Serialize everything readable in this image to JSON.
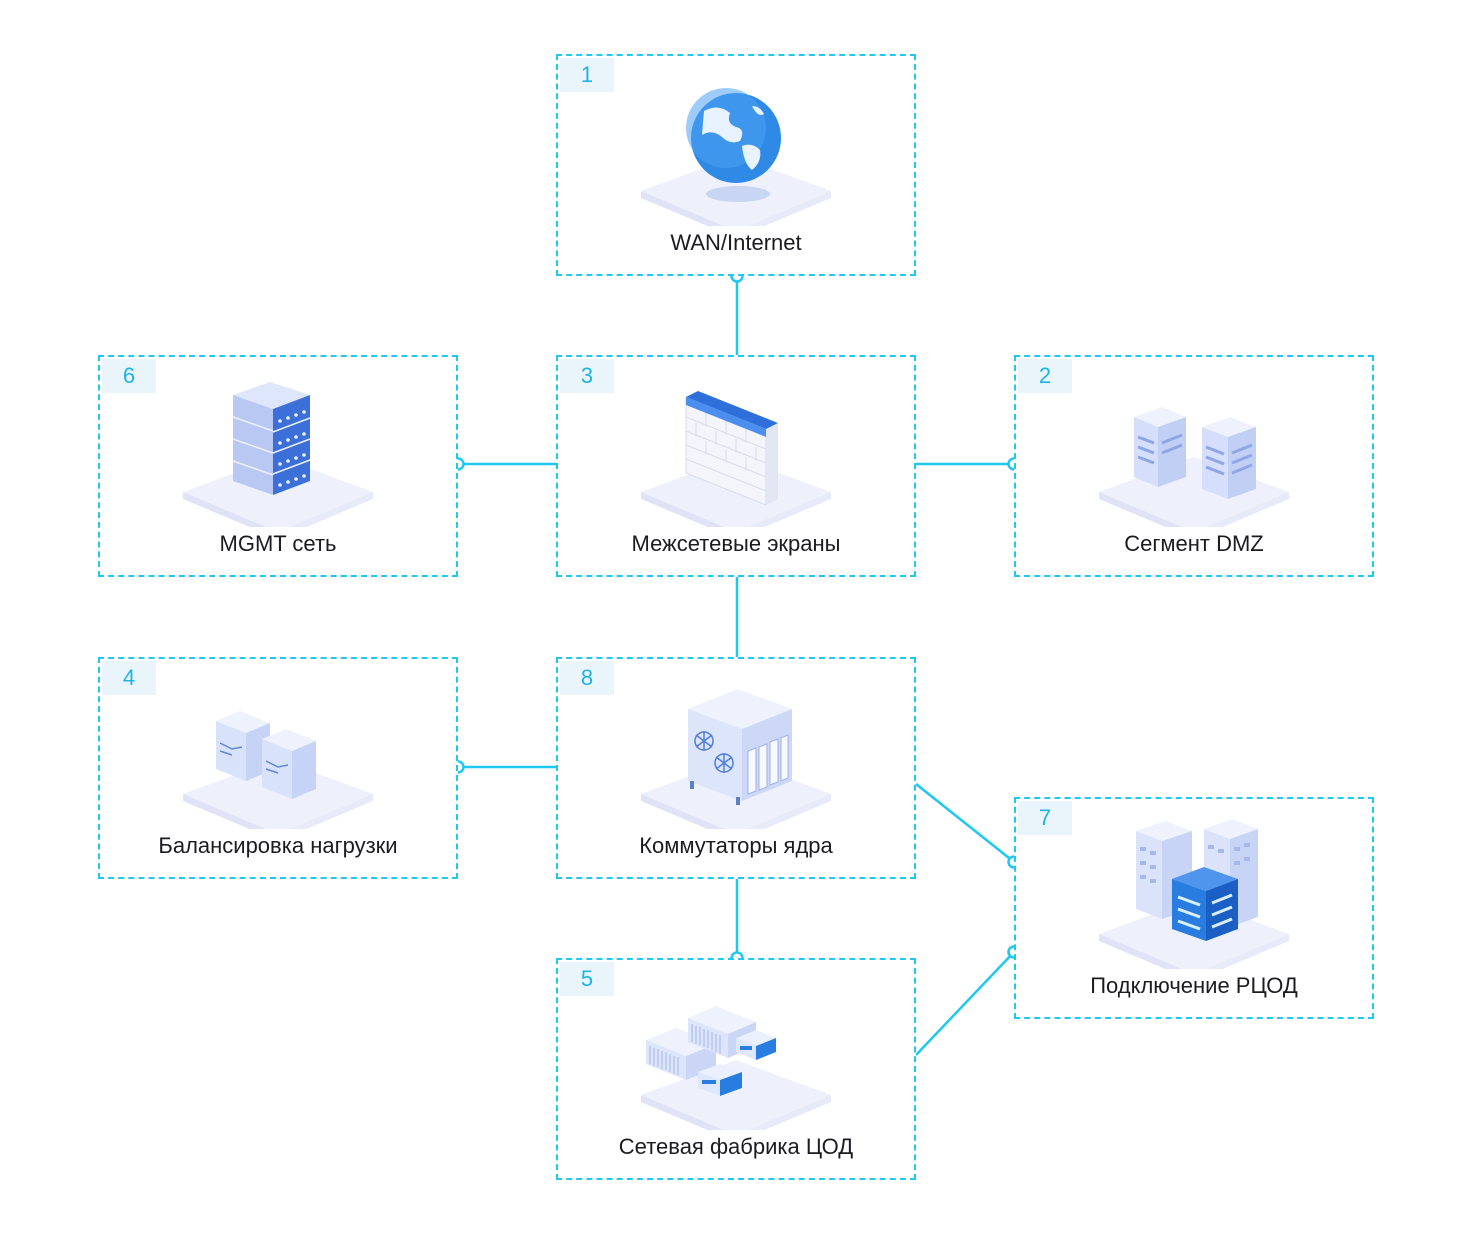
{
  "nodes": [
    {
      "id": "wan",
      "num": "1",
      "label": "WAN/Internet",
      "icon": "globe-icon"
    },
    {
      "id": "dmz",
      "num": "2",
      "label": "Сегмент DMZ",
      "icon": "dmz-servers-icon"
    },
    {
      "id": "fw",
      "num": "3",
      "label": "Межсетевые экраны",
      "icon": "firewall-icon"
    },
    {
      "id": "lb",
      "num": "4",
      "label": "Балансировка нагрузки",
      "icon": "load-balancer-icon"
    },
    {
      "id": "fabric",
      "num": "5",
      "label": "Сетевая фабрика ЦОД",
      "icon": "dc-fabric-icon"
    },
    {
      "id": "mgmt",
      "num": "6",
      "label": "MGMT сеть",
      "icon": "server-rack-icon"
    },
    {
      "id": "rcod",
      "num": "7",
      "label": "Подключение РЦОД",
      "icon": "datacenter-building-icon"
    },
    {
      "id": "core",
      "num": "8",
      "label": "Коммутаторы ядра",
      "icon": "core-switch-icon"
    }
  ],
  "connections": [
    [
      "wan",
      "fw"
    ],
    [
      "fw",
      "mgmt"
    ],
    [
      "fw",
      "dmz"
    ],
    [
      "fw",
      "core"
    ],
    [
      "core",
      "lb"
    ],
    [
      "core",
      "fabric"
    ],
    [
      "core",
      "rcod"
    ],
    [
      "fabric",
      "rcod"
    ]
  ],
  "colors": {
    "accent": "#1ec8f0",
    "badge_bg": "#e9f5fb",
    "badge_text": "#1eb4e6",
    "text": "#1b1b22",
    "icon_blue": "#2a7de0"
  }
}
